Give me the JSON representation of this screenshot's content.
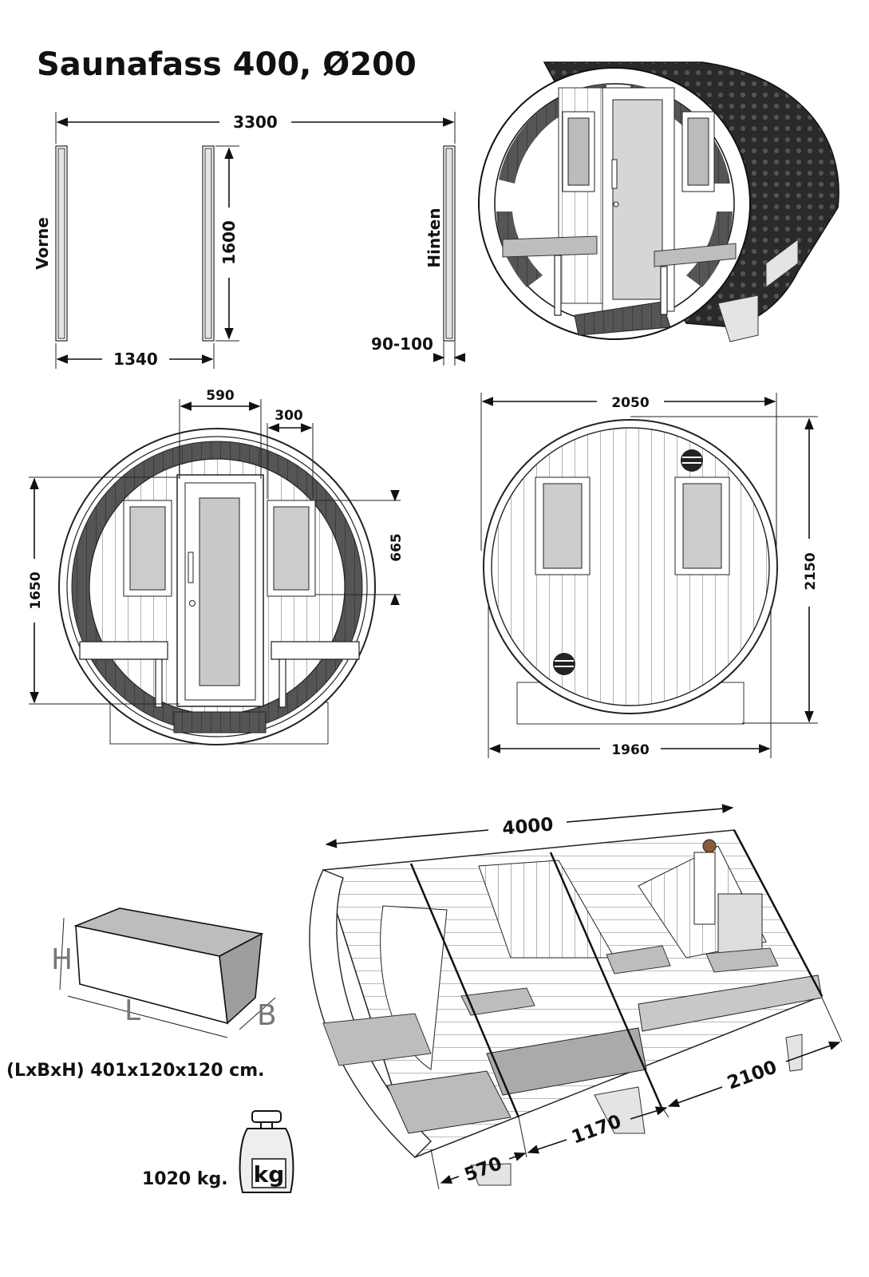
{
  "title": "Saunafass 400, Ø200",
  "plan": {
    "total_length": "3300",
    "front_room": "1340",
    "height": "1600",
    "wall_thickness": "90-100",
    "front_label": "Vorne",
    "rear_label": "Hinten"
  },
  "front_view": {
    "door_width": "590",
    "window_width": "300",
    "window_height": "665",
    "height": "1650"
  },
  "rear_view": {
    "width_top": "2050",
    "height": "2150",
    "width_bottom": "1960"
  },
  "iso_view": {
    "length": "4000",
    "section_a": "570",
    "section_b": "1170",
    "section_c": "2100"
  },
  "package": {
    "letter_h": "H",
    "letter_l": "L",
    "letter_b": "B",
    "dimensions": "(LxBxH) 401x120x120 cm.",
    "weight": "1020 kg.",
    "weight_icon_label": "kg"
  },
  "icons": [
    "weight-icon",
    "package-box-icon"
  ]
}
